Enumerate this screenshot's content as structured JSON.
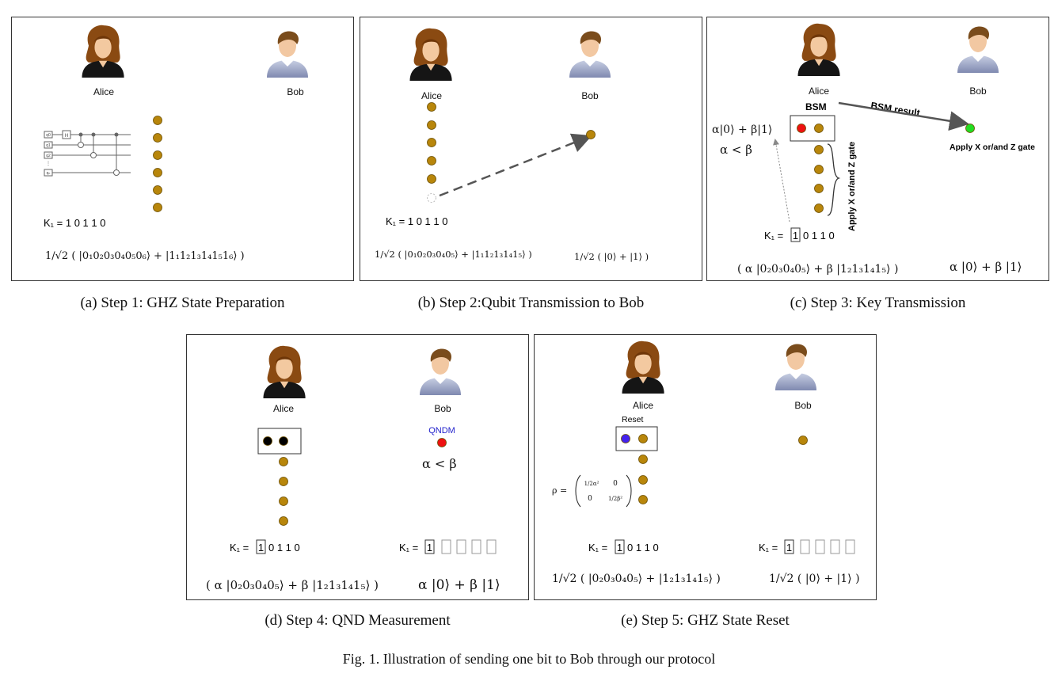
{
  "names": {
    "alice": "Alice",
    "bob": "Bob"
  },
  "panel_a": {
    "caption": "(a) Step 1: GHZ State Preparation",
    "key": "K₁ = 1 0 1 1 0",
    "state": "1/√2 ( |0₁0₂0₃0₄0₅0₆⟩ + |1₁1₂1₃1₄1₅1₆⟩ )",
    "circuit_labels": [
      "q0",
      "q1",
      "q2",
      "qₙ"
    ],
    "gate_label": "H"
  },
  "panel_b": {
    "caption": "(b) Step 2:Qubit Transmission to Bob",
    "key": "K₁ = 1 0 1 1 0",
    "alice_state": "1/√2 ( |0₁0₂0₃0₄0₅⟩ + |1₁1₂1₃1₄1₅⟩ )",
    "bob_state": "1/√2 ( |0⟩ + |1⟩ )"
  },
  "panel_c": {
    "caption": "(c) Step 3: Key Transmission",
    "bsm": "BSM",
    "bsm_result": "BSM result",
    "bob_apply": "Apply X or/and Z gate",
    "alice_apply": "Apply X or/and Z gate",
    "superpos": "α|0⟩ + β|1⟩",
    "inequality": "α < β",
    "key_first": "1",
    "key_rest": "0 1 1 0",
    "key_prefix": "K₁ =",
    "alice_state": "( α |0₂0₃0₄0₅⟩ + β |1₂1₃1₄1₅⟩ )",
    "bob_state": "α |0⟩ + β |1⟩"
  },
  "panel_d": {
    "caption": "(d) Step 4: QND Measurement",
    "qndm": "QNDM",
    "inequality": "α < β",
    "key_prefix": "K₁ =",
    "key_first": "1",
    "key_rest": "0 1 1 0",
    "bob_key_prefix": "K₁ =",
    "bob_key_first": "1",
    "alice_state": "( α |0₂0₃0₄0₅⟩ + β |1₂1₃1₄1₅⟩ )",
    "bob_state": "α |0⟩ + β |1⟩"
  },
  "panel_e": {
    "caption": "(e) Step 5: GHZ State Reset",
    "reset": "Reset",
    "rho": "ρ =",
    "rho_m11": "1/2α²",
    "rho_m12": "0",
    "rho_m21": "0",
    "rho_m22": "1/2β²",
    "key_prefix": "K₁ =",
    "key_first": "1",
    "key_rest": "0 1 1 0",
    "bob_key_prefix": "K₁ =",
    "bob_key_first": "1",
    "alice_state": "1/√2 ( |0₂0₃0₄0₅⟩ + |1₂1₃1₄1₅⟩ )",
    "bob_state": "1/√2 ( |0⟩ + |1⟩ )"
  },
  "figure_caption": "Fig. 1.  Illustration of sending one bit to Bob through our protocol",
  "colors": {
    "qubit": "#b8860b",
    "qubit_stroke": "#6b4e00",
    "red": "#ee1111",
    "green": "#22dd22",
    "blue": "#4422ee",
    "black": "#000000",
    "qndm_text": "#2222cc"
  }
}
